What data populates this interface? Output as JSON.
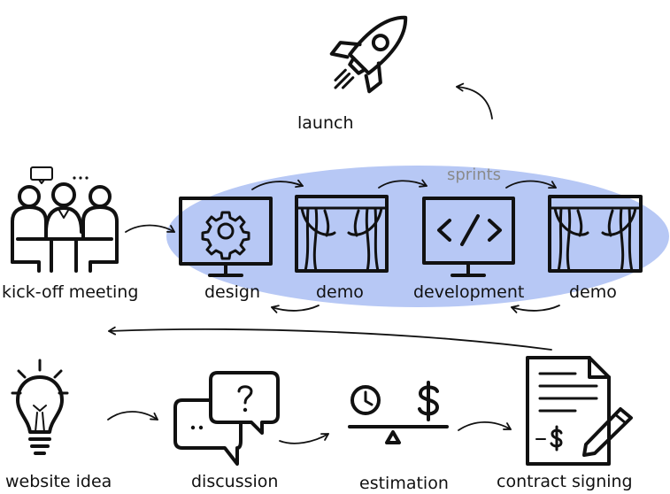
{
  "diagram": {
    "launch": "launch",
    "sprints": "sprints",
    "kickoff": "kick-off meeting",
    "design": "design",
    "demo1": "demo",
    "development": "development",
    "demo2": "demo",
    "website_idea": "website idea",
    "discussion": "discussion",
    "estimation": "estimation",
    "contract_signing": "contract signing"
  },
  "icons": {
    "launch": "rocket-icon",
    "kickoff": "meeting-icon",
    "design": "gear-monitor-icon",
    "demo1": "stage-curtain-icon",
    "development": "code-monitor-icon",
    "demo2": "stage-curtain-icon",
    "website_idea": "lightbulb-icon",
    "discussion": "chat-bubbles-icon",
    "estimation": "clock-dollar-scale-icon",
    "contract_signing": "contract-pen-icon"
  },
  "colors": {
    "sprint_highlight": "#b7c8f5",
    "ink": "#111111",
    "sprints_label": "#8a8a8a"
  }
}
